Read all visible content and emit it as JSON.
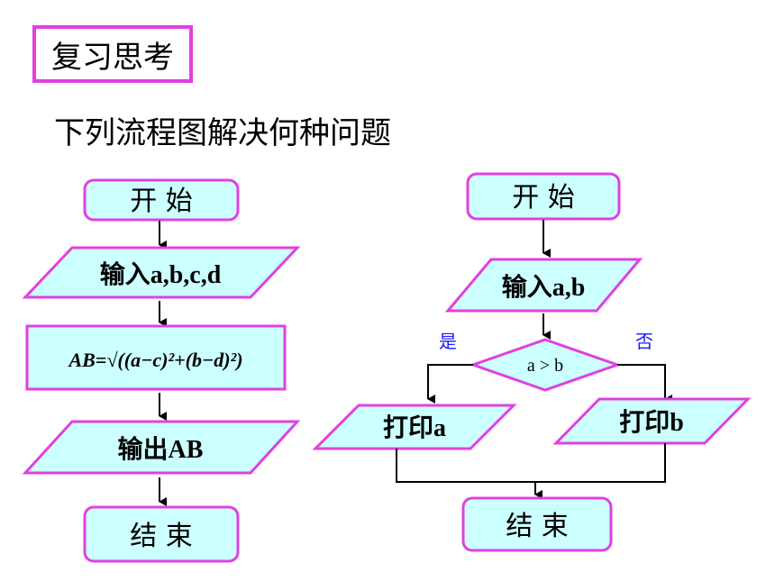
{
  "header": {
    "title": "复习思考"
  },
  "question": "下列流程图解决何种问题",
  "left_flow": {
    "start": "开 始",
    "input": "输入a,b,c,d",
    "formula": "AB=√((a−c)²+(b−d)²)",
    "output": "输出AB",
    "end": "结 束"
  },
  "right_flow": {
    "start": "开 始",
    "input": "输入a,b",
    "decision": "a > b",
    "yes_label": "是",
    "no_label": "否",
    "print_a": "打印a",
    "print_b": "打印b",
    "end": "结 束"
  },
  "colors": {
    "border": "#e040e0",
    "fill": "#ccffff",
    "label_blue": "#1a1aff"
  }
}
